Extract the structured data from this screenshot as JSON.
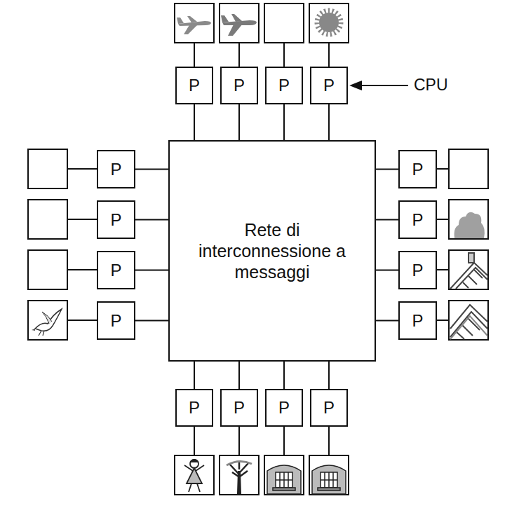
{
  "diagram": {
    "nodes": [
      {
        "text": [
          "P"
        ]
      },
      {
        "text": [
          "P"
        ]
      },
      {
        "text": [
          "P"
        ]
      },
      {
        "text": [
          "P"
        ]
      },
      {
        "text": [
          "Rete di interconnessione a messaggi"
        ]
      },
      {
        "text": [
          "P"
        ]
      },
      {
        "text": [
          "P"
        ]
      },
      {
        "text": [
          "P"
        ]
      },
      {
        "text": [
          "P"
        ]
      },
      {
        "text": [
          "P"
        ]
      },
      {
        "text": [
          "P"
        ]
      },
      {
        "text": [
          "P"
        ]
      },
      {
        "text": [
          "P"
        ]
      },
      {
        "text": [
          "P"
        ]
      },
      {
        "text": [
          "P"
        ]
      },
      {
        "text": [
          "P"
        ]
      },
      {
        "text": [
          "P"
        ]
      }
    ],
    "edges": [
      {
        "from": 0,
        "to": 4,
        "arrow": "none"
      },
      {
        "from": 1,
        "to": 4,
        "arrow": "none"
      },
      {
        "from": 2,
        "to": 4,
        "arrow": "none"
      },
      {
        "from": 3,
        "to": 4,
        "arrow": "none"
      },
      {
        "from": 5,
        "to": 4,
        "arrow": "none"
      },
      {
        "from": 6,
        "to": 4,
        "arrow": "none"
      },
      {
        "from": 7,
        "to": 4,
        "arrow": "none"
      },
      {
        "from": 8,
        "to": 4,
        "arrow": "none"
      },
      {
        "from": 9,
        "to": 4,
        "arrow": "none"
      },
      {
        "from": 10,
        "to": 4,
        "arrow": "none"
      },
      {
        "from": 11,
        "to": 4,
        "arrow": "none"
      },
      {
        "from": 12,
        "to": 4,
        "arrow": "none"
      },
      {
        "from": 13,
        "to": 4,
        "arrow": "none"
      },
      {
        "from": 14,
        "to": 4,
        "arrow": "none"
      },
      {
        "from": 15,
        "to": 4,
        "arrow": "none"
      },
      {
        "from": 16,
        "to": 4,
        "arrow": "none"
      }
    ],
    "labels": [
      "CPU"
    ]
  }
}
